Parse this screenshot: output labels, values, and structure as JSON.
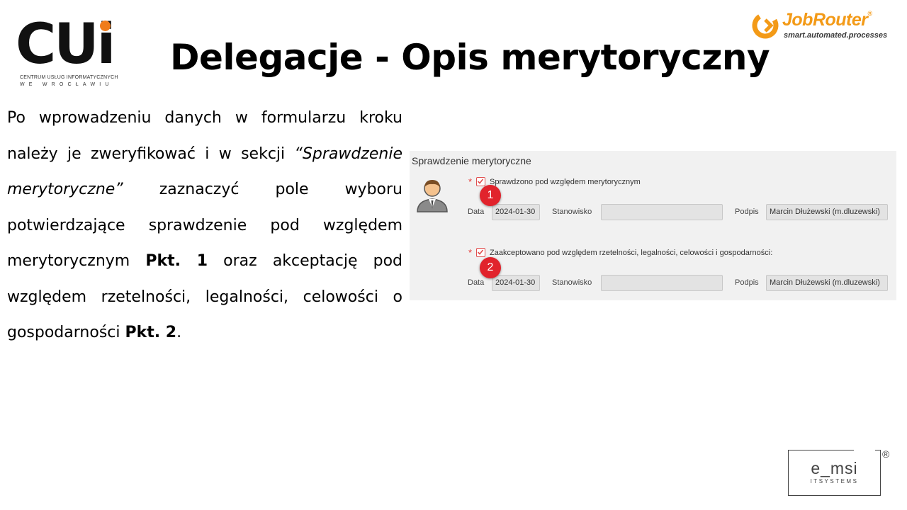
{
  "logo_cui": {
    "main": "CUi",
    "line1": "CENTRUM USŁUG INFORMATYCZNYCH",
    "line2": "WE WROCŁAWIU"
  },
  "title": "Delegacje - Opis merytoryczny",
  "logo_jobrouter": {
    "name": "JobRouter",
    "reg": "®",
    "tagline": "smart.automated.processes",
    "color": "#f39a17"
  },
  "paragraph": {
    "t1": "Po wprowadzeniu danych w formularzu kroku należy je zweryfikować i w sekcji ",
    "t2": "“Sprawdzenie merytoryczne”",
    "t3": " zaznaczyć pole wyboru potwierdzające sprawdzenie pod względem merytorycznym ",
    "t4": "Pkt. 1",
    "t5": " oraz akceptację pod względem rzetelności, legalności, celowości o gospodarności ",
    "t6": "Pkt. 2",
    "t7": "."
  },
  "form": {
    "section_title": "Sprawdzenie merytoryczne",
    "required_mark": "*",
    "check1": {
      "label": "Sprawdzono pod względem merytorycznym",
      "checked": true,
      "date_label": "Data",
      "date_value": "2024-01-30",
      "position_label": "Stanowisko",
      "position_value": "",
      "signature_label": "Podpis",
      "signature_value": "Marcin Dłużewski (m.dluzewski)"
    },
    "check2": {
      "label": "Zaakceptowano pod względem rzetelności, legalności, celowości i gospodarności:",
      "checked": true,
      "date_label": "Data",
      "date_value": "2024-01-30",
      "position_label": "Stanowisko",
      "position_value": "",
      "signature_label": "Podpis",
      "signature_value": "Marcin Dłużewski (m.dluzewski)"
    },
    "markers": [
      "1",
      "2"
    ],
    "marker_color": "#e1232c"
  },
  "logo_emsi": {
    "main": "e_msi",
    "sub": "ITSYSTEMS",
    "reg": "®"
  },
  "icons": [
    "user-avatar-icon",
    "checkbox-checked-icon",
    "jobrouter-mark-icon"
  ]
}
